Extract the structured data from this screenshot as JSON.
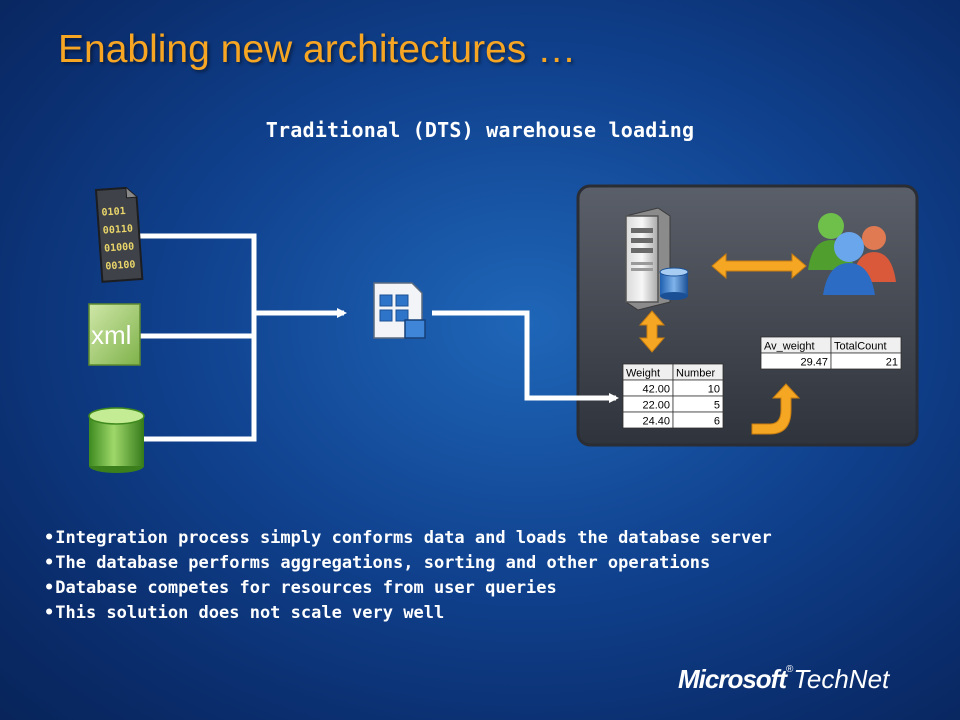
{
  "slide": {
    "title": "Enabling new architectures …",
    "subtitle": "Traditional (DTS) warehouse loading"
  },
  "sources": {
    "binary_file_text": [
      "0101",
      "00110",
      "01000",
      "00100"
    ],
    "xml_label": "xml"
  },
  "table_small": {
    "headers": [
      "Weight",
      "Number"
    ],
    "rows": [
      [
        "42.00",
        "10"
      ],
      [
        "22.00",
        "5"
      ],
      [
        "24.40",
        "6"
      ]
    ]
  },
  "table_agg": {
    "headers": [
      "Av_weight",
      "TotalCount"
    ],
    "rows": [
      [
        "29.47",
        "21"
      ]
    ]
  },
  "bullets": [
    "Integration process simply conforms data and loads the database server",
    "The database performs aggregations, sorting and other operations",
    "Database competes for resources from user queries",
    "This solution does not scale very well"
  ],
  "logo": {
    "brand": "Microsoft",
    "product": "TechNet",
    "mark": "®"
  },
  "colors": {
    "title": "#f6a623",
    "arrow_orange": "#f5a623",
    "connector": "#ffffff"
  },
  "icons": [
    "binary-file-icon",
    "xml-file-icon",
    "database-icon",
    "dts-package-icon",
    "server-icon",
    "users-icon"
  ]
}
